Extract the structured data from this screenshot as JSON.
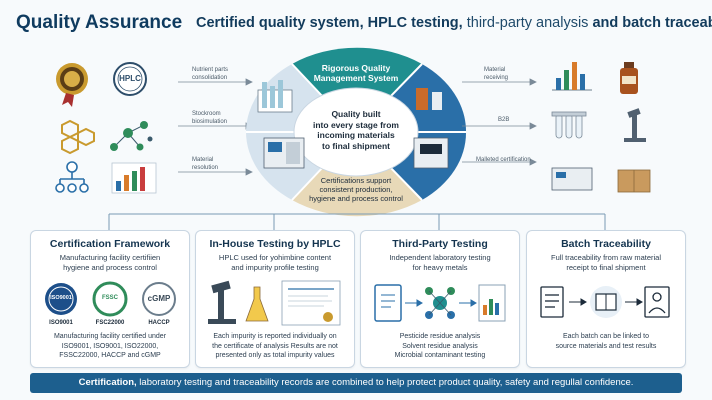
{
  "header": {
    "title": "Quality Assurance",
    "subtitle_bold": "Certified quality system, HPLC testing,",
    "subtitle_light": "third-party analysis",
    "subtitle_tail": "and batch traceability"
  },
  "left_badges": {
    "hplc_badge": "HPLC"
  },
  "left_labels": [
    "Nutrient parts\nconsolidation",
    "Stockroom\nbiosimulation",
    "Material\nresolution"
  ],
  "right_labels": [
    "Material\nreceiving",
    "B2B",
    "Malleted certification"
  ],
  "center_diagram": {
    "top_segment": "Rigorous Quality\nManagement System",
    "center_text": "Quality built\ninto every stage from\nincoming materials\nto final shipment",
    "bottom_segment": "Certifications support\nconsistent production,\nhygiene and process control"
  },
  "cards": [
    {
      "title": "Certification Framework",
      "description": "Manufacturing facility certifiien\nhygiene and process control",
      "badges": [
        "ISO9001",
        "FSC22000",
        "HACCP"
      ],
      "badge_seals": [
        "ISO9001",
        "FSSC",
        "cGMP"
      ],
      "footer": "Manufacturing facility certified under\nISO9001, ISO9001, ISO22000,\nFSSC22000, HACCP and cGMP"
    },
    {
      "title": "In-House Testing by HPLC",
      "description": "HPLC used for yohimbine content\nand impurity profile testing",
      "footer": "Each impurity is reported individually on\nthe certificate of analysis Results are not\npresented only as total impurity values"
    },
    {
      "title": "Third-Party Testing",
      "description": "Independent laboratory testing\nfor heavy metals",
      "footer": "Pesticide residue analysis\nSolvent residue analysis\nMicrobial contaminant testing"
    },
    {
      "title": "Batch Traceability",
      "description": "Full traceability from raw material\nreceipt to final shipment",
      "footer": "Each batch can be linked to\nsource materials and test results"
    }
  ],
  "banner": {
    "bold": "Certification,",
    "text": " laboratory testing and traceability records are combined to help protect product quality, safety and regullal confidence."
  },
  "colors": {
    "dark_blue": "#0f3b5f",
    "teal": "#1f8f8f",
    "blue": "#2a6fa8",
    "banner": "#1d5f8e",
    "gold": "#c99a2e"
  }
}
